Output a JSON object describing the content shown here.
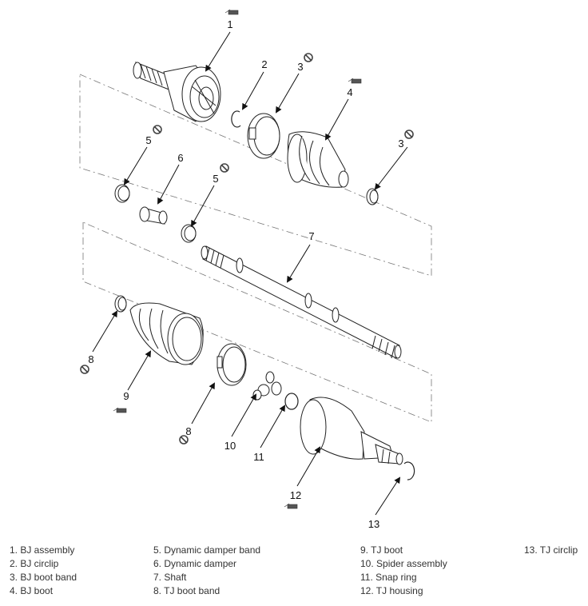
{
  "callouts": {
    "c1": "1",
    "c2": "2",
    "c3a": "3",
    "c4": "4",
    "c5a": "5",
    "c6": "6",
    "c3b": "3",
    "c5b": "5",
    "c7": "7",
    "c8a": "8",
    "c9": "9",
    "c8b": "8",
    "c10": "10",
    "c11": "11",
    "c12": "12",
    "c13": "13"
  },
  "legend": {
    "col1": [
      "1. BJ assembly",
      "2. BJ circlip",
      "3. BJ boot band",
      "4. BJ boot"
    ],
    "col2": [
      "5. Dynamic damper band",
      "6. Dynamic damper",
      "7. Shaft",
      "8. TJ boot band"
    ],
    "col3": [
      "9. TJ boot",
      "10. Spider assembly",
      "11. Snap ring",
      "12. TJ housing"
    ],
    "col4": [
      "13. TJ circlip"
    ]
  },
  "symbols": {
    "grease": "grease-icon",
    "no_reuse": "do-not-reuse-icon"
  },
  "colors": {
    "line": "#222222",
    "background": "#ffffff"
  }
}
